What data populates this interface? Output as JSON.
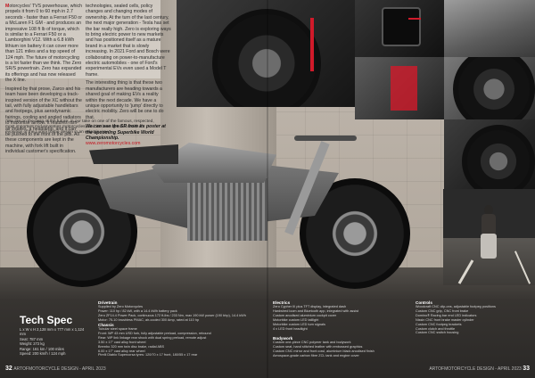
{
  "intro": {
    "p1": "Motorcycles' TVS powerhouse, which propels it from 0 to 60 mph in 2.7 seconds - faster than a Ferrari F50 or a McLaren F1 GM - and produces an impressive 108 ft lb of torque, which is similar to a Ferrari F50 or a Lamborghini V12. With a 6.8 kWh lithium ion battery it can cover more than 121 miles and a top speed of 124 mph. The future of motorcycling is a lot faster than we think. The Zero SR/S powertrain. Zero has expanded its offerings and has now released the X line.",
    "p2": "Inspired by that prose, Zarco and his team have been developing a track-inspired version of the XC without the tail, with fully adjustable handlebars and footpegs, plus aerodynamic fairings, cooling and angled radiators to maximise airflow. It features ram-air intakes, a headlamp, and it can be pushed to the front of the pits. All these components are kept in the machine, with fork lift built in individual customer's specification.",
    "p3": "\"We are on the cusp of the future, in our take on one of the famous, respected, most important mid-seventies motorcycles, and it's been great to build an evolution of the Lumpi frame design in an eclectic way.\""
  },
  "col2": {
    "p1": "technologies, sealed cells, policy changes and changing modes of ownership. At the turn of the last century, the next major generation - Tesla has set the bar really high. Zero is exploring ways to bring electric power to new markets and has positioned itself as a mature brand in a market that is slowly increasing. In 2021 Ford and Bosch were collaborating on power-to-manufacture electric automobiles - one of Ford's experimental EVs even used a Model T frame.",
    "p2": "The interesting thing is that these two manufacturers are heading towards a shared goal of making EVs a reality within the next decade. We have a unique opportunity to 'jump' directly to electric mobility. Zero will be one to do that.",
    "quote": "We can see the SR from its poster at the upcoming Superbike World Championship.",
    "mark": "www.zeromotorcycles.com"
  },
  "spec": {
    "title": "Tech Spec",
    "lines": [
      "L x W x H 2,128 mm x 777 mm x 1,124 mm",
      "Seat: 787 mm",
      "Weight: 272 kg",
      "Range: 161 km / 100 miles",
      "Speed: 200 km/h / 124 mph"
    ]
  },
  "blocks": [
    {
      "head": "Drivetrain",
      "lines": [
        "Supplied by Zero Motorcycles",
        "Power: 110 hp / 82 kW, with a 14.4 kWh battery pack",
        "Zero ZF14.4 Power Pack, continuous 172 ft-lbs / 233 Nm, max 190 kW power (190 bhp), 14.4 kWh",
        "Motor: 75-10 brushless PMAC, air-cooled 300 Amp, rated at 110 hp"
      ]
    },
    {
      "head": "Chassis",
      "lines": [
        "Tubular steel space frame",
        "Front: WP 43 mm USD fork, fully adjustable preload, compression, rebound",
        "Rear: WP link linkage rear shock with dual spring preload, remote adjust",
        "3.50 x 17\" cast alloy front wheel",
        "Brembo 320 mm twin disc brake, radial ABS",
        "6.00 x 17\" cast alloy rear wheel",
        "Pirelli Diablo Supercorsa tyres: 120/70 x 17 front, 180/55 x 17 rear"
      ]
    },
    {
      "head": "Electrics",
      "lines": [
        "Zero Cypher III plus TFT display, integrated dash",
        "Hardwired loom and Bluetooth app, integrated with assist",
        "Custom anodised aluminium cockpit cover",
        "Motorbike custom LED taillight",
        "Motorbike custom LED turn signals",
        "4 x LED front headlight"
      ]
    },
    {
      "head": "Bodywork",
      "lines": [
        "Custom one-piece CNC polymer tank and bodywork",
        "Custom seat, hand stitched leather with embossed graphics",
        "Custom CNC mirror and front cowl, aluminium black anodised finish",
        "Aerospace-grade carbon fibre ZCL tank and engine cover"
      ]
    },
    {
      "head": "Controls",
      "lines": [
        "Woodcraft CNC clip-ons, adjustable footpeg positions",
        "Custom CNC grip, CNC front brake",
        "Domino® Racing bar end LED indicators",
        "Nissin CNC front brake master cylinder",
        "Custom CNC footpeg brackets",
        "Custom clutch and throttle",
        "Custom CNC switch housing"
      ]
    }
  ],
  "footer": {
    "left_page": "32",
    "left_label": "ARTOFMOTORCYCLE DESIGN - APRIL 2023",
    "right_page": "33",
    "right_label": "ARTOFMOTORCYCLE DESIGN - APRIL 2023"
  }
}
